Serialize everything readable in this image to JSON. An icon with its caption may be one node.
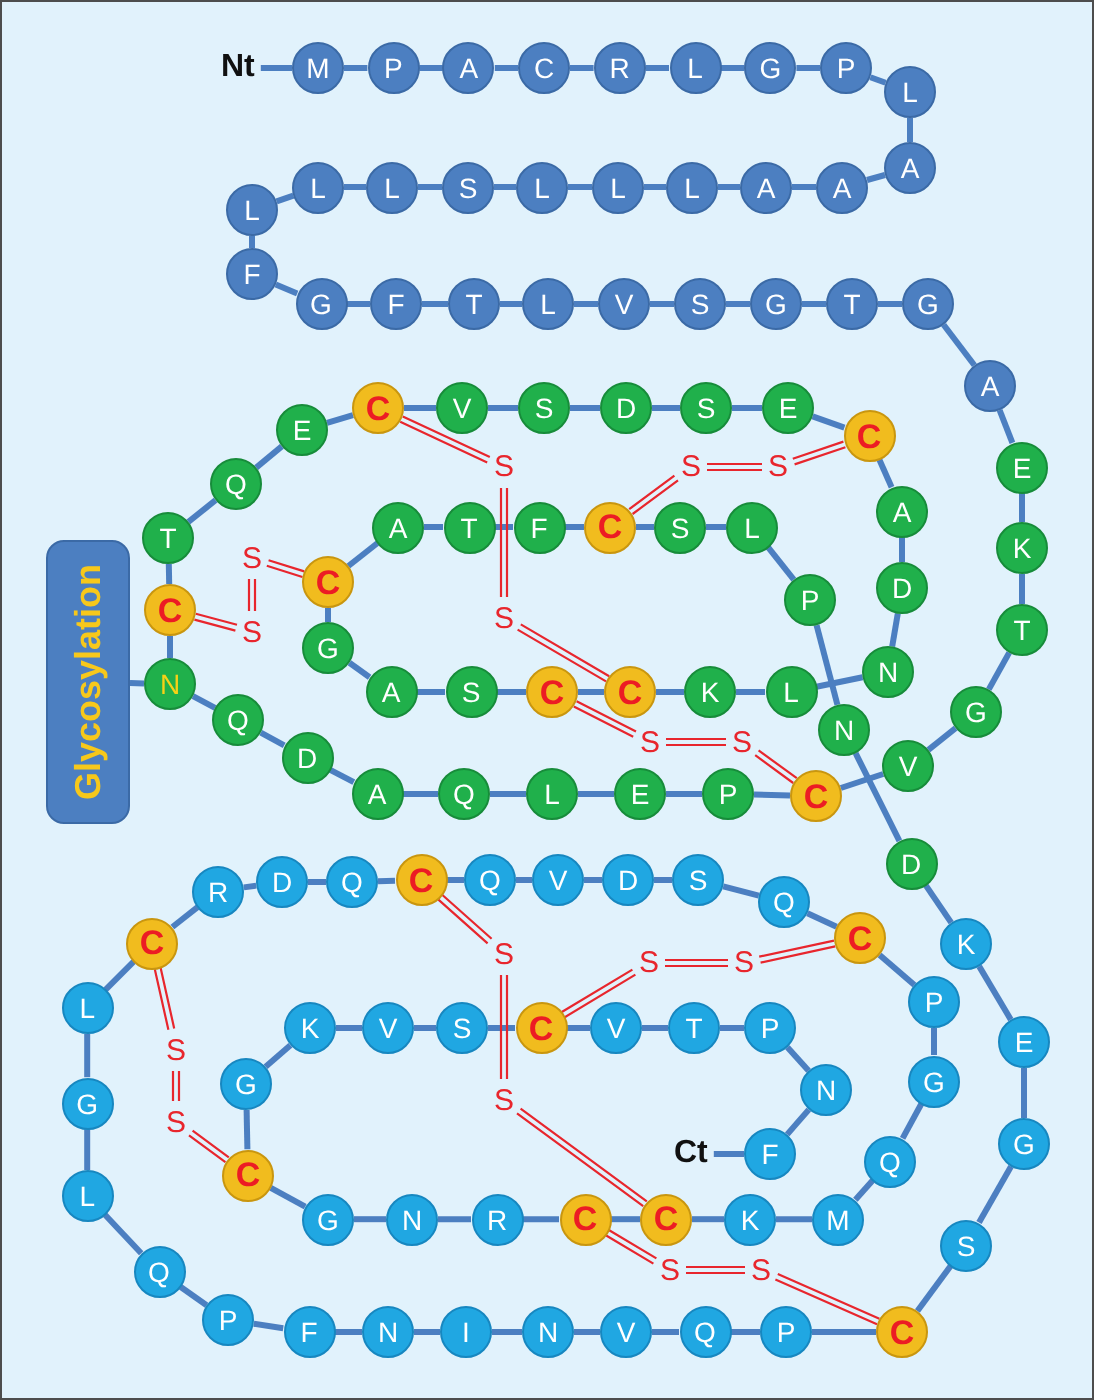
{
  "diagram": {
    "nodes": [
      {
        "text": [
          "Nt"
        ]
      },
      {
        "text": [
          "M"
        ]
      },
      {
        "text": [
          "P"
        ]
      },
      {
        "text": [
          "A"
        ]
      },
      {
        "text": [
          "C"
        ]
      },
      {
        "text": [
          "R"
        ]
      },
      {
        "text": [
          "L"
        ]
      },
      {
        "text": [
          "G"
        ]
      },
      {
        "text": [
          "P"
        ]
      },
      {
        "text": [
          "L"
        ]
      },
      {
        "text": [
          "A"
        ]
      },
      {
        "text": [
          "A"
        ]
      },
      {
        "text": [
          "A"
        ]
      },
      {
        "text": [
          "L"
        ]
      },
      {
        "text": [
          "L"
        ]
      },
      {
        "text": [
          "L"
        ]
      },
      {
        "text": [
          "S"
        ]
      },
      {
        "text": [
          "L"
        ]
      },
      {
        "text": [
          "L"
        ]
      },
      {
        "text": [
          "L"
        ]
      },
      {
        "text": [
          "F"
        ]
      },
      {
        "text": [
          "G"
        ]
      },
      {
        "text": [
          "F"
        ]
      },
      {
        "text": [
          "T"
        ]
      },
      {
        "text": [
          "L"
        ]
      },
      {
        "text": [
          "V"
        ]
      },
      {
        "text": [
          "S"
        ]
      },
      {
        "text": [
          "G"
        ]
      },
      {
        "text": [
          "T"
        ]
      },
      {
        "text": [
          "G"
        ]
      },
      {
        "text": [
          "A"
        ]
      },
      {
        "text": [
          "E"
        ]
      },
      {
        "text": [
          "K"
        ]
      },
      {
        "text": [
          "T"
        ]
      },
      {
        "text": [
          "G"
        ]
      },
      {
        "text": [
          "V"
        ]
      },
      {
        "text": [
          "C"
        ]
      },
      {
        "text": [
          "P"
        ]
      },
      {
        "text": [
          "E"
        ]
      },
      {
        "text": [
          "L"
        ]
      },
      {
        "text": [
          "Q"
        ]
      },
      {
        "text": [
          "A"
        ]
      },
      {
        "text": [
          "D"
        ]
      },
      {
        "text": [
          "Q"
        ]
      },
      {
        "text": [
          "N"
        ]
      },
      {
        "text": [
          "C"
        ]
      },
      {
        "text": [
          "T"
        ]
      },
      {
        "text": [
          "Q"
        ]
      },
      {
        "text": [
          "E"
        ]
      },
      {
        "text": [
          "C"
        ]
      },
      {
        "text": [
          "V"
        ]
      },
      {
        "text": [
          "S"
        ]
      },
      {
        "text": [
          "D"
        ]
      },
      {
        "text": [
          "S"
        ]
      },
      {
        "text": [
          "E"
        ]
      },
      {
        "text": [
          "C"
        ]
      },
      {
        "text": [
          "A"
        ]
      },
      {
        "text": [
          "D"
        ]
      },
      {
        "text": [
          "N"
        ]
      },
      {
        "text": [
          "L"
        ]
      },
      {
        "text": [
          "K"
        ]
      },
      {
        "text": [
          "C"
        ]
      },
      {
        "text": [
          "C"
        ]
      },
      {
        "text": [
          "S"
        ]
      },
      {
        "text": [
          "A"
        ]
      },
      {
        "text": [
          "G"
        ]
      },
      {
        "text": [
          "C"
        ]
      },
      {
        "text": [
          "A"
        ]
      },
      {
        "text": [
          "T"
        ]
      },
      {
        "text": [
          "F"
        ]
      },
      {
        "text": [
          "C"
        ]
      },
      {
        "text": [
          "S"
        ]
      },
      {
        "text": [
          "L"
        ]
      },
      {
        "text": [
          "P"
        ]
      },
      {
        "text": [
          "N"
        ]
      },
      {
        "text": [
          "D"
        ]
      },
      {
        "text": [
          "K"
        ]
      },
      {
        "text": [
          "E"
        ]
      },
      {
        "text": [
          "G"
        ]
      },
      {
        "text": [
          "S"
        ]
      },
      {
        "text": [
          "C"
        ]
      },
      {
        "text": [
          "P"
        ]
      },
      {
        "text": [
          "Q"
        ]
      },
      {
        "text": [
          "V"
        ]
      },
      {
        "text": [
          "N"
        ]
      },
      {
        "text": [
          "I"
        ]
      },
      {
        "text": [
          "N"
        ]
      },
      {
        "text": [
          "F"
        ]
      },
      {
        "text": [
          "P"
        ]
      },
      {
        "text": [
          "Q"
        ]
      },
      {
        "text": [
          "L"
        ]
      },
      {
        "text": [
          "G"
        ]
      },
      {
        "text": [
          "L"
        ]
      },
      {
        "text": [
          "C"
        ]
      },
      {
        "text": [
          "R"
        ]
      },
      {
        "text": [
          "D"
        ]
      },
      {
        "text": [
          "Q"
        ]
      },
      {
        "text": [
          "C"
        ]
      },
      {
        "text": [
          "Q"
        ]
      },
      {
        "text": [
          "V"
        ]
      },
      {
        "text": [
          "D"
        ]
      },
      {
        "text": [
          "S"
        ]
      },
      {
        "text": [
          "Q"
        ]
      },
      {
        "text": [
          "C"
        ]
      },
      {
        "text": [
          "P"
        ]
      },
      {
        "text": [
          "G"
        ]
      },
      {
        "text": [
          "Q"
        ]
      },
      {
        "text": [
          "M"
        ]
      },
      {
        "text": [
          "K"
        ]
      },
      {
        "text": [
          "C"
        ]
      },
      {
        "text": [
          "C"
        ]
      },
      {
        "text": [
          "R"
        ]
      },
      {
        "text": [
          "N"
        ]
      },
      {
        "text": [
          "G"
        ]
      },
      {
        "text": [
          "C"
        ]
      },
      {
        "text": [
          "G"
        ]
      },
      {
        "text": [
          "K"
        ]
      },
      {
        "text": [
          "V"
        ]
      },
      {
        "text": [
          "S"
        ]
      },
      {
        "text": [
          "C"
        ]
      },
      {
        "text": [
          "V"
        ]
      },
      {
        "text": [
          "T"
        ]
      },
      {
        "text": [
          "P"
        ]
      },
      {
        "text": [
          "N"
        ]
      },
      {
        "text": [
          "F"
        ]
      },
      {
        "text": [
          "Ct"
        ]
      },
      {
        "text": [
          "Glycosylation"
        ]
      },
      {
        "text": [
          "S"
        ]
      },
      {
        "text": [
          "S"
        ]
      },
      {
        "text": [
          "S"
        ]
      },
      {
        "text": [
          "S"
        ]
      },
      {
        "text": [
          "S"
        ]
      },
      {
        "text": [
          "S"
        ]
      },
      {
        "text": [
          "S"
        ]
      },
      {
        "text": [
          "S"
        ]
      },
      {
        "text": [
          "S"
        ]
      },
      {
        "text": [
          "S"
        ]
      },
      {
        "text": [
          "S"
        ]
      },
      {
        "text": [
          "S"
        ]
      },
      {
        "text": [
          "S"
        ]
      },
      {
        "text": [
          "S"
        ]
      },
      {
        "text": [
          "S"
        ]
      },
      {
        "text": [
          "S"
        ]
      }
    ],
    "edges": [
      {
        "from": 0,
        "to": 1,
        "arrow": "none"
      },
      {
        "from": 1,
        "to": 2,
        "arrow": "none"
      },
      {
        "from": 2,
        "to": 3,
        "arrow": "none"
      },
      {
        "from": 3,
        "to": 4,
        "arrow": "none"
      },
      {
        "from": 4,
        "to": 5,
        "arrow": "none"
      },
      {
        "from": 5,
        "to": 6,
        "arrow": "none"
      },
      {
        "from": 6,
        "to": 7,
        "arrow": "none"
      },
      {
        "from": 7,
        "to": 8,
        "arrow": "none"
      },
      {
        "from": 8,
        "to": 9,
        "arrow": "none"
      },
      {
        "from": 9,
        "to": 10,
        "arrow": "none"
      },
      {
        "from": 10,
        "to": 11,
        "arrow": "none"
      },
      {
        "from": 11,
        "to": 12,
        "arrow": "none"
      },
      {
        "from": 12,
        "to": 13,
        "arrow": "none"
      },
      {
        "from": 13,
        "to": 14,
        "arrow": "none"
      },
      {
        "from": 14,
        "to": 15,
        "arrow": "none"
      },
      {
        "from": 15,
        "to": 16,
        "arrow": "none"
      },
      {
        "from": 16,
        "to": 17,
        "arrow": "none"
      },
      {
        "from": 17,
        "to": 18,
        "arrow": "none"
      },
      {
        "from": 18,
        "to": 19,
        "arrow": "none"
      },
      {
        "from": 19,
        "to": 20,
        "arrow": "none"
      },
      {
        "from": 20,
        "to": 21,
        "arrow": "none"
      },
      {
        "from": 21,
        "to": 22,
        "arrow": "none"
      },
      {
        "from": 22,
        "to": 23,
        "arrow": "none"
      },
      {
        "from": 23,
        "to": 24,
        "arrow": "none"
      },
      {
        "from": 24,
        "to": 25,
        "arrow": "none"
      },
      {
        "from": 25,
        "to": 26,
        "arrow": "none"
      },
      {
        "from": 26,
        "to": 27,
        "arrow": "none"
      },
      {
        "from": 27,
        "to": 28,
        "arrow": "none"
      },
      {
        "from": 28,
        "to": 29,
        "arrow": "none"
      },
      {
        "from": 29,
        "to": 30,
        "arrow": "none"
      },
      {
        "from": 30,
        "to": 31,
        "arrow": "none"
      },
      {
        "from": 31,
        "to": 32,
        "arrow": "none"
      },
      {
        "from": 32,
        "to": 33,
        "arrow": "none"
      },
      {
        "from": 33,
        "to": 34,
        "arrow": "none"
      },
      {
        "from": 34,
        "to": 35,
        "arrow": "none"
      },
      {
        "from": 35,
        "to": 36,
        "arrow": "none"
      },
      {
        "from": 36,
        "to": 37,
        "arrow": "none"
      },
      {
        "from": 37,
        "to": 38,
        "arrow": "none"
      },
      {
        "from": 38,
        "to": 39,
        "arrow": "none"
      },
      {
        "from": 39,
        "to": 40,
        "arrow": "none"
      },
      {
        "from": 40,
        "to": 41,
        "arrow": "none"
      },
      {
        "from": 41,
        "to": 42,
        "arrow": "none"
      },
      {
        "from": 42,
        "to": 43,
        "arrow": "none"
      },
      {
        "from": 43,
        "to": 44,
        "arrow": "none"
      },
      {
        "from": 44,
        "to": 45,
        "arrow": "none"
      },
      {
        "from": 45,
        "to": 46,
        "arrow": "none"
      },
      {
        "from": 46,
        "to": 47,
        "arrow": "none"
      },
      {
        "from": 47,
        "to": 48,
        "arrow": "none"
      },
      {
        "from": 48,
        "to": 49,
        "arrow": "none"
      },
      {
        "from": 49,
        "to": 50,
        "arrow": "none"
      },
      {
        "from": 50,
        "to": 51,
        "arrow": "none"
      },
      {
        "from": 51,
        "to": 52,
        "arrow": "none"
      },
      {
        "from": 52,
        "to": 53,
        "arrow": "none"
      },
      {
        "from": 53,
        "to": 54,
        "arrow": "none"
      },
      {
        "from": 54,
        "to": 55,
        "arrow": "none"
      },
      {
        "from": 55,
        "to": 56,
        "arrow": "none"
      },
      {
        "from": 56,
        "to": 57,
        "arrow": "none"
      },
      {
        "from": 57,
        "to": 58,
        "arrow": "none"
      },
      {
        "from": 58,
        "to": 59,
        "arrow": "none"
      },
      {
        "from": 59,
        "to": 60,
        "arrow": "none"
      },
      {
        "from": 60,
        "to": 61,
        "arrow": "none"
      },
      {
        "from": 61,
        "to": 62,
        "arrow": "none"
      },
      {
        "from": 62,
        "to": 63,
        "arrow": "none"
      },
      {
        "from": 63,
        "to": 64,
        "arrow": "none"
      },
      {
        "from": 64,
        "to": 65,
        "arrow": "none"
      },
      {
        "from": 65,
        "to": 66,
        "arrow": "none"
      },
      {
        "from": 66,
        "to": 67,
        "arrow": "none"
      },
      {
        "from": 67,
        "to": 68,
        "arrow": "none"
      },
      {
        "from": 68,
        "to": 69,
        "arrow": "none"
      },
      {
        "from": 69,
        "to": 70,
        "arrow": "none"
      },
      {
        "from": 70,
        "to": 71,
        "arrow": "none"
      },
      {
        "from": 71,
        "to": 72,
        "arrow": "none"
      },
      {
        "from": 72,
        "to": 73,
        "arrow": "none"
      },
      {
        "from": 73,
        "to": 74,
        "arrow": "none"
      },
      {
        "from": 74,
        "to": 75,
        "arrow": "none"
      },
      {
        "from": 75,
        "to": 76,
        "arrow": "none"
      },
      {
        "from": 76,
        "to": 77,
        "arrow": "none"
      },
      {
        "from": 77,
        "to": 78,
        "arrow": "none"
      },
      {
        "from": 78,
        "to": 79,
        "arrow": "none"
      },
      {
        "from": 79,
        "to": 80,
        "arrow": "none"
      },
      {
        "from": 80,
        "to": 81,
        "arrow": "none"
      },
      {
        "from": 81,
        "to": 82,
        "arrow": "none"
      },
      {
        "from": 82,
        "to": 83,
        "arrow": "none"
      },
      {
        "from": 83,
        "to": 84,
        "arrow": "none"
      },
      {
        "from": 84,
        "to": 85,
        "arrow": "none"
      },
      {
        "from": 85,
        "to": 86,
        "arrow": "none"
      },
      {
        "from": 86,
        "to": 87,
        "arrow": "none"
      },
      {
        "from": 87,
        "to": 88,
        "arrow": "none"
      },
      {
        "from": 88,
        "to": 89,
        "arrow": "none"
      },
      {
        "from": 89,
        "to": 90,
        "arrow": "none"
      },
      {
        "from": 90,
        "to": 91,
        "arrow": "none"
      },
      {
        "from": 91,
        "to": 92,
        "arrow": "none"
      },
      {
        "from": 92,
        "to": 93,
        "arrow": "none"
      },
      {
        "from": 93,
        "to": 94,
        "arrow": "none"
      },
      {
        "from": 94,
        "to": 95,
        "arrow": "none"
      },
      {
        "from": 95,
        "to": 96,
        "arrow": "none"
      },
      {
        "from": 96,
        "to": 97,
        "arrow": "none"
      },
      {
        "from": 97,
        "to": 98,
        "arrow": "none"
      },
      {
        "from": 98,
        "to": 99,
        "arrow": "none"
      },
      {
        "from": 99,
        "to": 100,
        "arrow": "none"
      },
      {
        "from": 100,
        "to": 101,
        "arrow": "none"
      },
      {
        "from": 101,
        "to": 102,
        "arrow": "none"
      },
      {
        "from": 102,
        "to": 103,
        "arrow": "none"
      },
      {
        "from": 103,
        "to": 104,
        "arrow": "none"
      },
      {
        "from": 104,
        "to": 105,
        "arrow": "none"
      },
      {
        "from": 105,
        "to": 106,
        "arrow": "none"
      },
      {
        "from": 106,
        "to": 107,
        "arrow": "none"
      },
      {
        "from": 107,
        "to": 108,
        "arrow": "none"
      },
      {
        "from": 108,
        "to": 109,
        "arrow": "none"
      },
      {
        "from": 109,
        "to": 110,
        "arrow": "none"
      },
      {
        "from": 110,
        "to": 111,
        "arrow": "none"
      },
      {
        "from": 111,
        "to": 112,
        "arrow": "none"
      },
      {
        "from": 112,
        "to": 113,
        "arrow": "none"
      },
      {
        "from": 113,
        "to": 114,
        "arrow": "none"
      },
      {
        "from": 114,
        "to": 115,
        "arrow": "none"
      },
      {
        "from": 115,
        "to": 116,
        "arrow": "none"
      },
      {
        "from": 116,
        "to": 117,
        "arrow": "none"
      },
      {
        "from": 117,
        "to": 118,
        "arrow": "none"
      },
      {
        "from": 118,
        "to": 119,
        "arrow": "none"
      },
      {
        "from": 119,
        "to": 120,
        "arrow": "none"
      },
      {
        "from": 120,
        "to": 121,
        "arrow": "none"
      },
      {
        "from": 121,
        "to": 122,
        "arrow": "none"
      },
      {
        "from": 122,
        "to": 123,
        "arrow": "none"
      },
      {
        "from": 123,
        "to": 124,
        "arrow": "none"
      },
      {
        "from": 124,
        "to": 125,
        "arrow": "none"
      },
      {
        "from": 126,
        "to": 44,
        "arrow": "none"
      },
      {
        "from": 49,
        "to": 127,
        "arrow": "none",
        "color": "#e8262d"
      },
      {
        "from": 127,
        "to": 128,
        "arrow": "none",
        "color": "#e8262d"
      },
      {
        "from": 128,
        "to": 61,
        "arrow": "none",
        "color": "#e8262d"
      },
      {
        "from": 70,
        "to": 129,
        "arrow": "none",
        "color": "#e8262d"
      },
      {
        "from": 129,
        "to": 130,
        "arrow": "none",
        "color": "#e8262d"
      },
      {
        "from": 130,
        "to": 55,
        "arrow": "none",
        "color": "#e8262d"
      },
      {
        "from": 66,
        "to": 131,
        "arrow": "none",
        "color": "#e8262d"
      },
      {
        "from": 131,
        "to": 132,
        "arrow": "none",
        "color": "#e8262d"
      },
      {
        "from": 132,
        "to": 45,
        "arrow": "none",
        "color": "#e8262d"
      },
      {
        "from": 62,
        "to": 133,
        "arrow": "none",
        "color": "#e8262d"
      },
      {
        "from": 133,
        "to": 134,
        "arrow": "none",
        "color": "#e8262d"
      },
      {
        "from": 134,
        "to": 36,
        "arrow": "none",
        "color": "#e8262d"
      },
      {
        "from": 97,
        "to": 135,
        "arrow": "none",
        "color": "#e8262d"
      },
      {
        "from": 135,
        "to": 136,
        "arrow": "none",
        "color": "#e8262d"
      },
      {
        "from": 136,
        "to": 109,
        "arrow": "none",
        "color": "#e8262d"
      },
      {
        "from": 119,
        "to": 137,
        "arrow": "none",
        "color": "#e8262d"
      },
      {
        "from": 137,
        "to": 138,
        "arrow": "none",
        "color": "#e8262d"
      },
      {
        "from": 138,
        "to": 103,
        "arrow": "none",
        "color": "#e8262d"
      },
      {
        "from": 93,
        "to": 139,
        "arrow": "none",
        "color": "#e8262d"
      },
      {
        "from": 139,
        "to": 140,
        "arrow": "none",
        "color": "#e8262d"
      },
      {
        "from": 140,
        "to": 114,
        "arrow": "none",
        "color": "#e8262d"
      },
      {
        "from": 110,
        "to": 141,
        "arrow": "none",
        "color": "#e8262d"
      },
      {
        "from": 141,
        "to": 142,
        "arrow": "none",
        "color": "#e8262d"
      },
      {
        "from": 142,
        "to": 80,
        "arrow": "none",
        "color": "#e8262d"
      }
    ]
  }
}
